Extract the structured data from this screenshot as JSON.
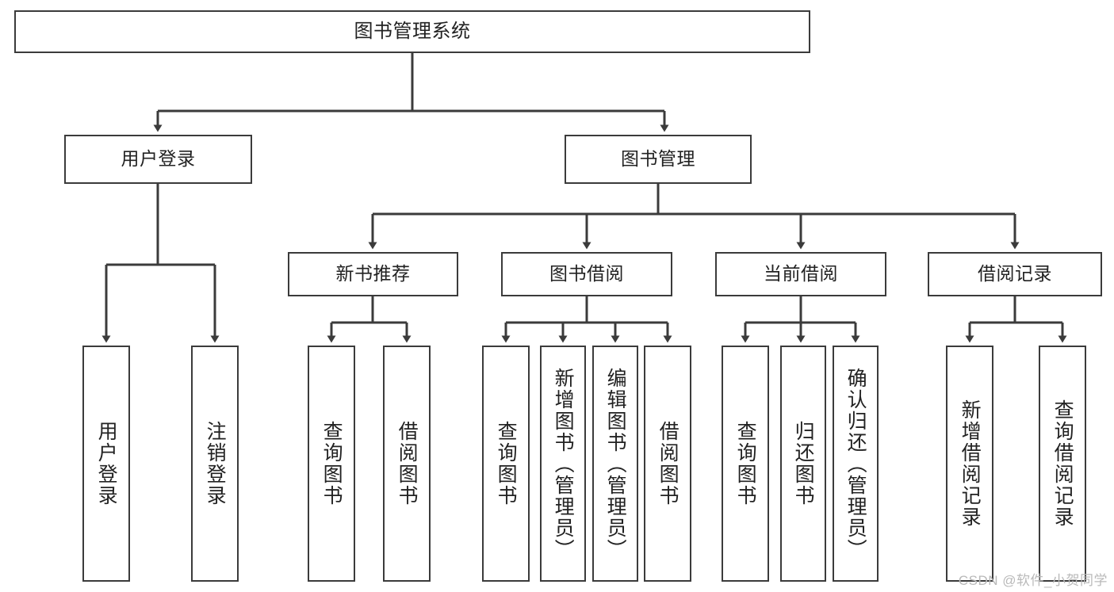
{
  "diagram": {
    "title": "图书管理系统",
    "type": "tree-hierarchy",
    "watermark": "CSDN @软件_小贺同学",
    "colors": {
      "stroke": "#3b3b3b",
      "fill": "#ffffff",
      "text": "#222222",
      "watermark": "#b9b9b9"
    }
  },
  "nodes": {
    "root": {
      "label": "图书管理系统"
    },
    "level1": [
      {
        "id": "user-login",
        "label": "用户登录"
      },
      {
        "id": "book-manage",
        "label": "图书管理"
      }
    ],
    "level2": [
      {
        "id": "new-book-recommend",
        "label": "新书推荐"
      },
      {
        "id": "book-borrow",
        "label": "图书借阅"
      },
      {
        "id": "current-borrow",
        "label": "当前借阅"
      },
      {
        "id": "borrow-record",
        "label": "借阅记录"
      }
    ],
    "leaves": {
      "user_login": [
        {
          "id": "leaf-user-login",
          "label": "用户登录"
        },
        {
          "id": "leaf-logout-login",
          "label": "注销登录"
        }
      ],
      "new_book_recommend": [
        {
          "id": "leaf-query-book-1",
          "label": "查询图书"
        },
        {
          "id": "leaf-borrow-book-1",
          "label": "借阅图书"
        }
      ],
      "book_borrow": [
        {
          "id": "leaf-query-book-2",
          "label": "查询图书"
        },
        {
          "id": "leaf-add-book",
          "label": "新增图书（管理员）"
        },
        {
          "id": "leaf-edit-book",
          "label": "编辑图书（管理员）"
        },
        {
          "id": "leaf-borrow-book-2",
          "label": "借阅图书"
        }
      ],
      "current_borrow": [
        {
          "id": "leaf-query-book-3",
          "label": "查询图书"
        },
        {
          "id": "leaf-return-book",
          "label": "归还图书"
        },
        {
          "id": "leaf-confirm-return",
          "label": "确认归还（管理员）"
        }
      ],
      "borrow_record": [
        {
          "id": "leaf-add-record",
          "label": "新增借阅记录"
        },
        {
          "id": "leaf-query-record",
          "label": "查询借阅记录"
        }
      ]
    }
  }
}
